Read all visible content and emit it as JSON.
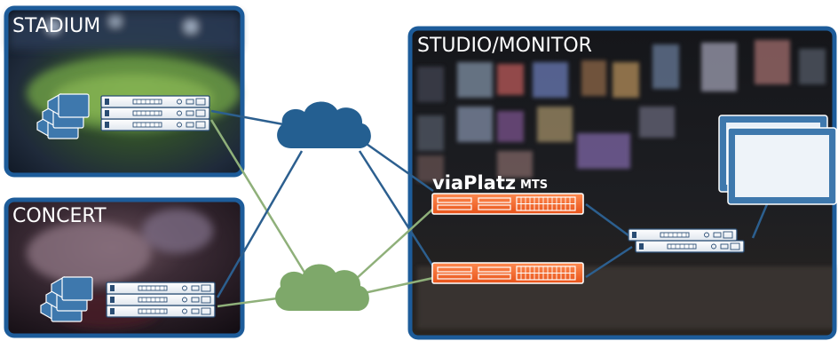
{
  "panels": {
    "stadium": {
      "label": "STADIUM"
    },
    "concert": {
      "label": "CONCERT"
    },
    "studio": {
      "label": "STUDIO/MONITOR"
    }
  },
  "brand": {
    "name": "viaPlatz",
    "suffix": "MTS"
  },
  "clouds": [
    "cloud-network-blue",
    "cloud-network-green"
  ],
  "icons": [
    "camera-icon",
    "rack-server-icon",
    "monitor-icon"
  ],
  "colors": {
    "frame": "#1d5c9a",
    "cloud_blue": "#245f91",
    "cloud_green": "#7ea86a",
    "link_blue": "#2c5f8f",
    "link_green": "#8fb07a",
    "mts_orange": "#f26322"
  }
}
